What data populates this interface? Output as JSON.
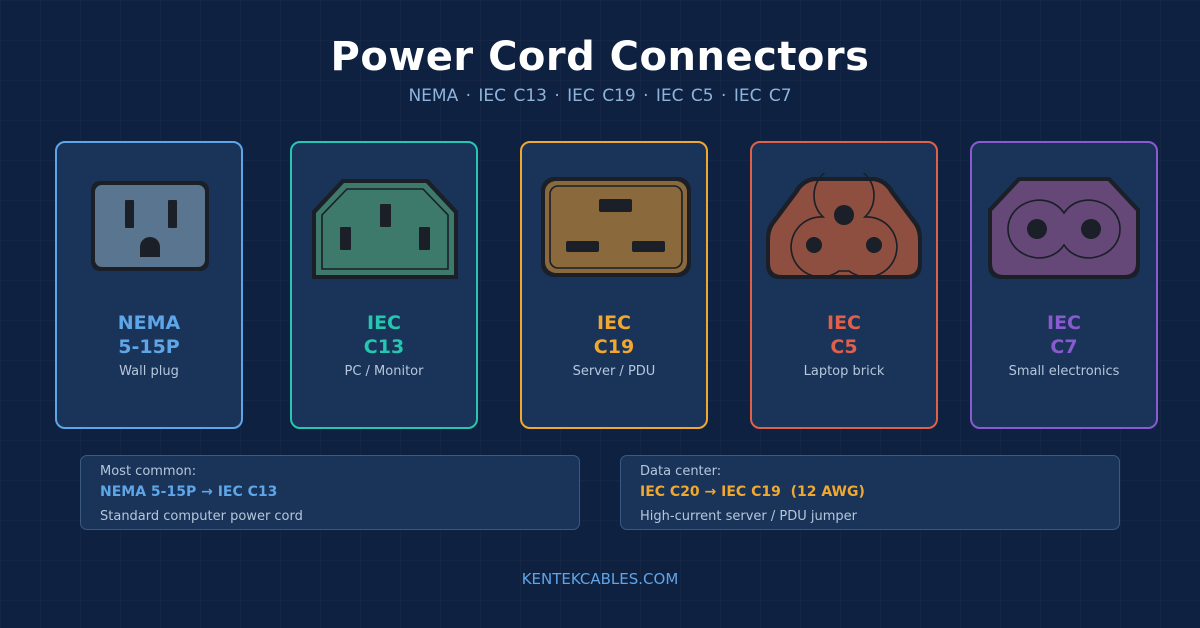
{
  "title": "Power Cord Connectors",
  "subtitle": "NEMA  ·  IEC C13  ·  IEC C19  ·  IEC C5  ·  IEC C7",
  "connectors": [
    {
      "name_line1": "NEMA",
      "name_line2": "5-15P",
      "desc": "Wall plug",
      "color": "#5ea6e8",
      "icon": "nema-5-15p-outlet-icon"
    },
    {
      "name_line1": "IEC",
      "name_line2": "C13",
      "desc": "PC / Monitor",
      "color": "#26c6b0",
      "icon": "iec-c13-connector-icon"
    },
    {
      "name_line1": "IEC",
      "name_line2": "C19",
      "desc": "Server / PDU",
      "color": "#f0a830",
      "icon": "iec-c19-connector-icon"
    },
    {
      "name_line1": "IEC",
      "name_line2": "C5",
      "desc": "Laptop brick",
      "color": "#e0604a",
      "icon": "iec-c5-cloverleaf-connector-icon"
    },
    {
      "name_line1": "IEC",
      "name_line2": "C7",
      "desc": "Small electronics",
      "color": "#8a5ad0",
      "icon": "iec-c7-figure-eight-connector-icon"
    }
  ],
  "info_boxes": [
    {
      "label": "Most common:",
      "value": "NEMA 5-15P → IEC C13",
      "note": "Standard computer power cord",
      "color": "#5ea6e8"
    },
    {
      "label": "Data center:",
      "value": "IEC C20 → IEC C19  (12 AWG)",
      "note": "High-current server / PDU jumper",
      "color": "#f0a830"
    }
  ],
  "footer": "KENTEKCABLES.COM"
}
